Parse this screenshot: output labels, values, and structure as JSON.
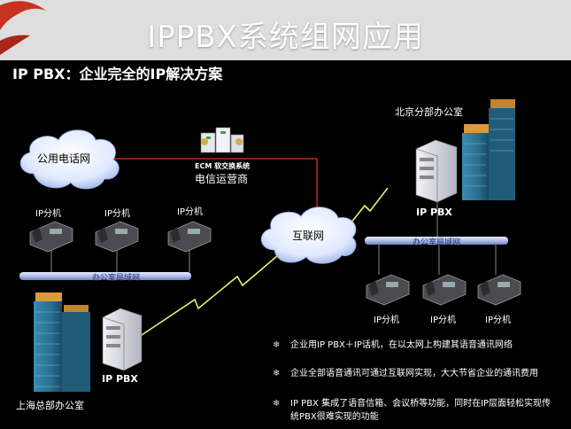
{
  "header": {
    "title": "IPPBX系统组网应用"
  },
  "subtitle": "IP PBX：企业完全的IP解决方案",
  "nodes": {
    "pstn_cloud": "公用电话网",
    "internet_cloud": "互联网",
    "ecm_label": "ECM 软交换系统",
    "carrier_label": "电信运营商",
    "beijing_office": "北京分部办公室",
    "beijing_ippbx": "IP PBX",
    "shanghai_office": "上海总部办公室",
    "shanghai_ippbx": "IP PBX",
    "shanghai_lan": "办公室局域网",
    "beijing_lan": "办公室局域网"
  },
  "extensions": {
    "top": [
      "IP分机",
      "IP分机",
      "IP分机"
    ],
    "bottom": [
      "IP分机",
      "IP分机",
      "IP分机"
    ]
  },
  "notes": [
    {
      "bullet": "❄",
      "text": "企业用IP PBX＋IP话机，在以太网上构建其语音通讯网络"
    },
    {
      "bullet": "❄",
      "text": "企业全部语音通讯可通过互联网实现，大大节省企业的通讯费用"
    },
    {
      "bullet": "❄",
      "text": "IP PBX 集成了语音信箱、会议桥等功能，同时在IP层面轻松实现传统PBX很难实现的功能"
    }
  ],
  "colors": {
    "background": "#000000",
    "header_band": "#dedede",
    "brand_red": "#c8321e",
    "link_red": "#b03020",
    "lan_bar": "#b9c6ee",
    "cloud": "#e8f0ff"
  }
}
